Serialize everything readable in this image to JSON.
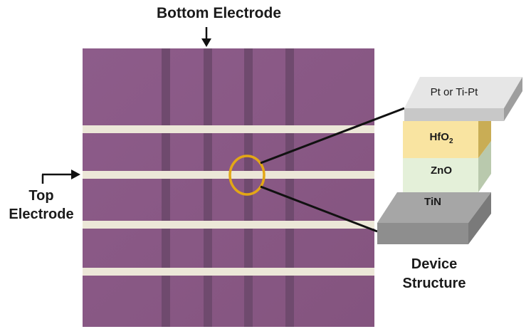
{
  "labels": {
    "bottom_electrode": "Bottom Electrode",
    "top_electrode_line1": "Top",
    "top_electrode_line2": "Electrode",
    "device_structure_line1": "Device",
    "device_structure_line2": "Structure"
  },
  "layers": {
    "top": "Pt or Ti-Pt",
    "hfo2_main": "HfO",
    "hfo2_sub": "2",
    "zno": "ZnO",
    "tin": "TiN"
  },
  "colors": {
    "substrate": "#8a5a86",
    "electrode_line": "#ece7d8",
    "highlight_circle": "#e3a716",
    "pt_layer": "#e6e6e6",
    "hfo2_layer": "#f9e4a1",
    "zno_layer": "#e4f0d9",
    "tin_layer": "#a3a3a3"
  }
}
